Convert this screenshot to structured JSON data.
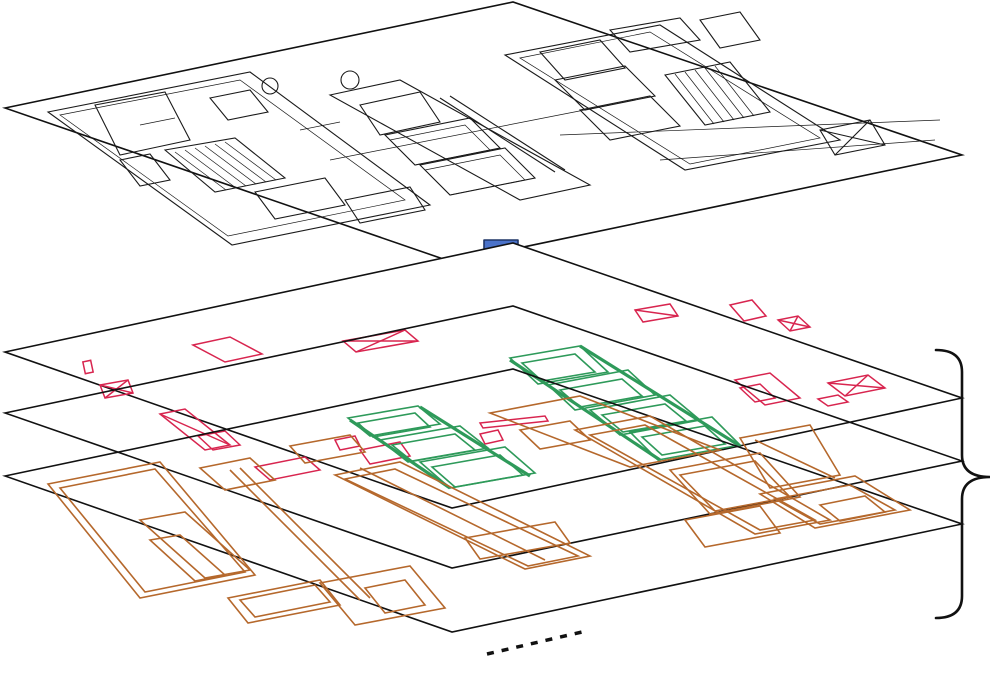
{
  "diagram": {
    "source_drawing": {
      "name": "floor-plan-drawing"
    },
    "arrow": {
      "direction": "down",
      "fill": "#4a72c9",
      "stroke": "#1f3566"
    },
    "layers": [
      {
        "name": "red-element-layer",
        "color": "#d8254f"
      },
      {
        "name": "green-element-layer",
        "color": "#2e9a5a"
      },
      {
        "name": "brown-element-layer",
        "color": "#b5682c"
      }
    ],
    "continuation": "......"
  }
}
